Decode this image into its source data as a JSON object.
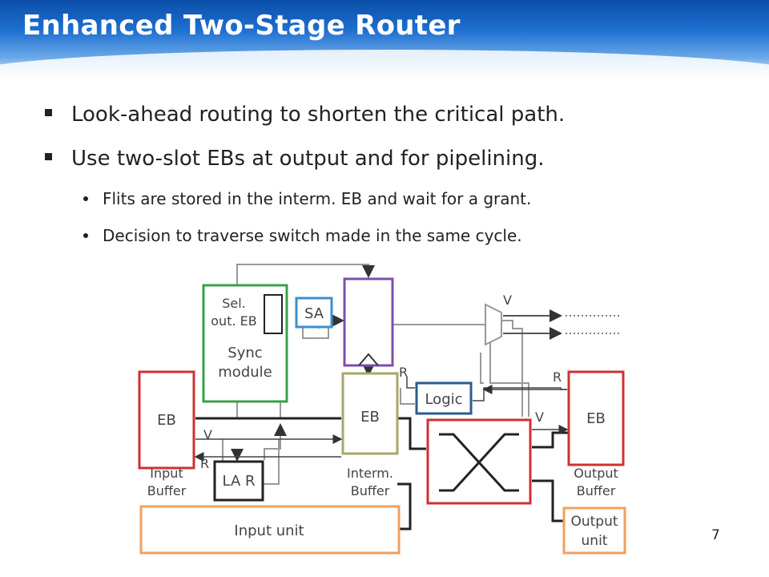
{
  "title": "Enhanced Two-Stage Router",
  "bullets": [
    "Look-ahead routing to shorten the critical path.",
    "Use two-slot EBs at output and for pipelining."
  ],
  "sub_bullets": [
    "Flits are stored in the interm. EB and wait for a grant.",
    "Decision to traverse switch made in the same cycle."
  ],
  "diagram": {
    "sel_line1": "Sel.",
    "sel_line2": "out. EB",
    "sync_line1": "Sync",
    "sync_line2": "module",
    "sa": "SA",
    "logic": "Logic",
    "la_r": "LA R",
    "eb_input": "EB",
    "eb_interm": "EB",
    "eb_output": "EB",
    "input_buffer_1": "Input",
    "input_buffer_2": "Buffer",
    "interm_buffer_1": "Interm.",
    "interm_buffer_2": "Buffer",
    "output_buffer_1": "Output",
    "output_buffer_2": "Buffer",
    "input_unit": "Input unit",
    "output_unit_1": "Output",
    "output_unit_2": "unit",
    "v_left": "V",
    "r_left": "R",
    "r_interm": "R",
    "v_mux": "V",
    "r_right": "R",
    "v_right": "V"
  },
  "page_number": "7",
  "colors": {
    "title_bar": "#1e6fd0",
    "sync_module": "#3aa04a",
    "sa_box": "#3a8fd0",
    "pipeline_reg": "#7a4fa8",
    "interm_buffer": "#a8a66a",
    "logic_box": "#2e5a8c",
    "eb_boxes": "#d03030",
    "input_unit": "#f0a060"
  }
}
